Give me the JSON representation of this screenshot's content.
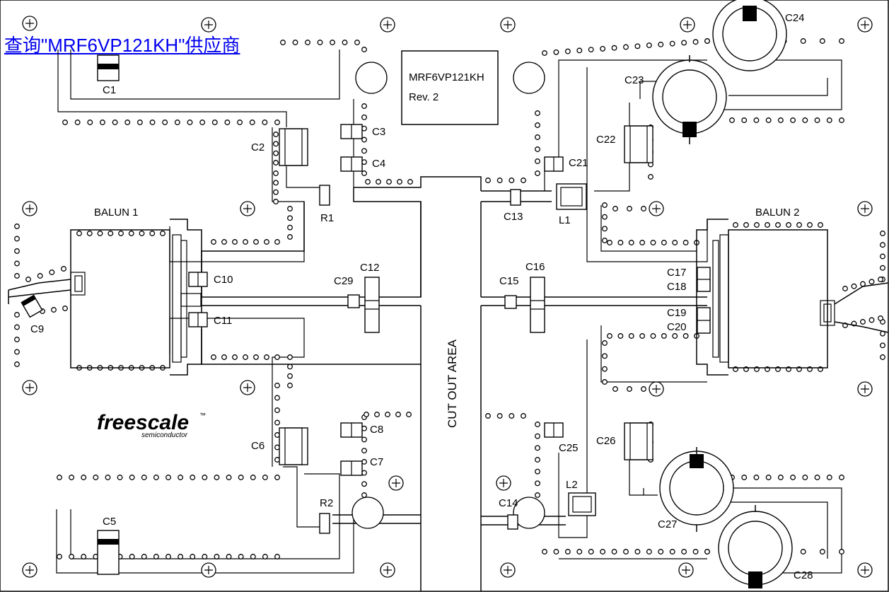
{
  "supplier_link": "查询\"MRF6VP121KH\"供应商",
  "board": {
    "part_number": "MRF6VP121KH",
    "revision": "Rev. 2",
    "cut_out": "CUT OUT AREA",
    "balun1": "BALUN 1",
    "balun2": "BALUN 2",
    "logo": "freescale",
    "logo_tm": "™",
    "logo_sub": "semiconductor"
  },
  "components": {
    "C1": "C1",
    "C2": "C2",
    "C3": "C3",
    "C4": "C4",
    "C5": "C5",
    "C6": "C6",
    "C7": "C7",
    "C8": "C8",
    "C9": "C9",
    "C10": "C10",
    "C11": "C11",
    "C12": "C12",
    "C13": "C13",
    "C14": "C14",
    "C15": "C15",
    "C16": "C16",
    "C17": "C17",
    "C18": "C18",
    "C19": "C19",
    "C20": "C20",
    "C21": "C21",
    "C22": "C22",
    "C23": "C23",
    "C24": "C24",
    "C25": "C25",
    "C26": "C26",
    "C27": "C27",
    "C28": "C28",
    "C29": "C29",
    "R1": "R1",
    "R2": "R2",
    "L1": "L1",
    "L2": "L2"
  },
  "icons": {
    "mounting_hole": "crosshair-circle-icon",
    "via": "via-circle-icon"
  }
}
